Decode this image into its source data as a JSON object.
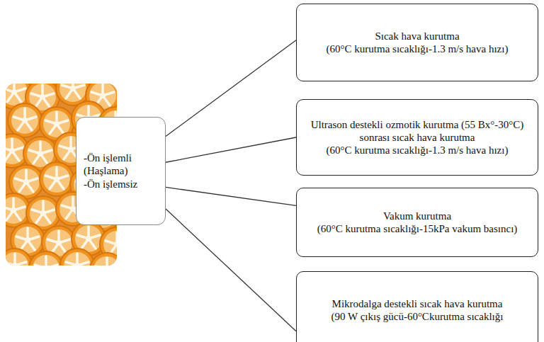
{
  "diagram": {
    "nodes": [
      {
        "text": [
          "-Ön işlemli (Haşlama)",
          "-Ön işlemsiz"
        ]
      },
      {
        "text": [
          "Sıcak hava kurutma",
          "(60°C kurutma sıcaklığı-1.3 m/s hava hızı)"
        ]
      },
      {
        "text": [
          "Ultrason destekli ozmotik kurutma (55 Bx°-30°C) sonrası sıcak hava kurutma",
          "(60°C kurutma sıcaklığı-1.3 m/s hava hızı)"
        ]
      },
      {
        "text": [
          "Vakum kurutma",
          "(60°C kurutma sıcaklığı-15kPa vakum basıncı)"
        ]
      },
      {
        "text": [
          "Mikrodalga destekli sıcak hava kurutma",
          "(90 W çıkış gücü-60°Ckurutma sıcaklığı"
        ]
      }
    ],
    "edges": [
      {
        "from": 0,
        "to": 1,
        "arrow": "none"
      },
      {
        "from": 0,
        "to": 2,
        "arrow": "none"
      },
      {
        "from": 0,
        "to": 3,
        "arrow": "none"
      },
      {
        "from": 0,
        "to": 4,
        "arrow": "none"
      }
    ]
  }
}
